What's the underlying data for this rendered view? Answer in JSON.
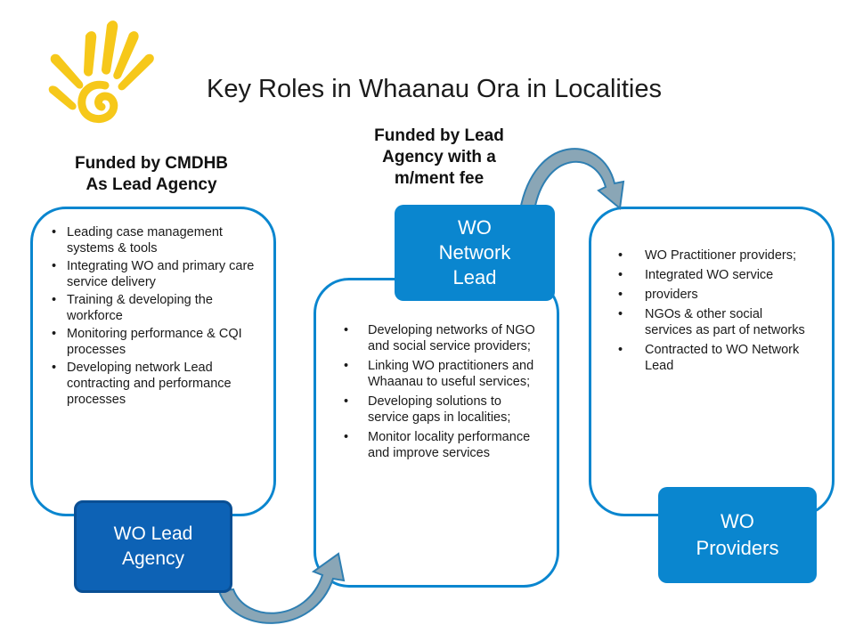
{
  "title": "Key Roles in Whaanau Ora in Localities",
  "headings": {
    "left": [
      "Funded by CMDHB",
      "As Lead Agency"
    ],
    "middle": [
      "Funded by Lead",
      "Agency with a",
      "m/ment fee"
    ]
  },
  "labels": {
    "lead_agency": [
      "WO Lead",
      "Agency"
    ],
    "network_lead": [
      "WO",
      "Network",
      "Lead"
    ],
    "providers": [
      "WO",
      "Providers"
    ]
  },
  "lists": {
    "left": [
      "Leading case management systems & tools",
      "Integrating WO and primary care service delivery",
      "Training & developing the workforce",
      "Monitoring performance & CQI processes",
      "Developing network Lead contracting and performance processes"
    ],
    "middle": [
      "Developing networks of NGO and social service providers;",
      "Linking WO practitioners and Whaanau to useful services;",
      "Developing solutions to service gaps in localities;",
      "Monitor locality performance and improve services"
    ],
    "right": [
      "WO Practitioner providers;",
      "Integrated WO service",
      "providers",
      "NGOs & other social services as part of networks",
      "Contracted to WO Network Lead"
    ]
  },
  "colors": {
    "accent_blue": "#0a86cf",
    "dark_blue": "#0d62b5",
    "arrow_fill": "#8aa6b6",
    "logo_yellow": "#f6c81a"
  },
  "icons": {
    "logo": "hand-spiral-logo",
    "arrow_1": "curved-arrow",
    "arrow_2": "curved-arrow"
  }
}
